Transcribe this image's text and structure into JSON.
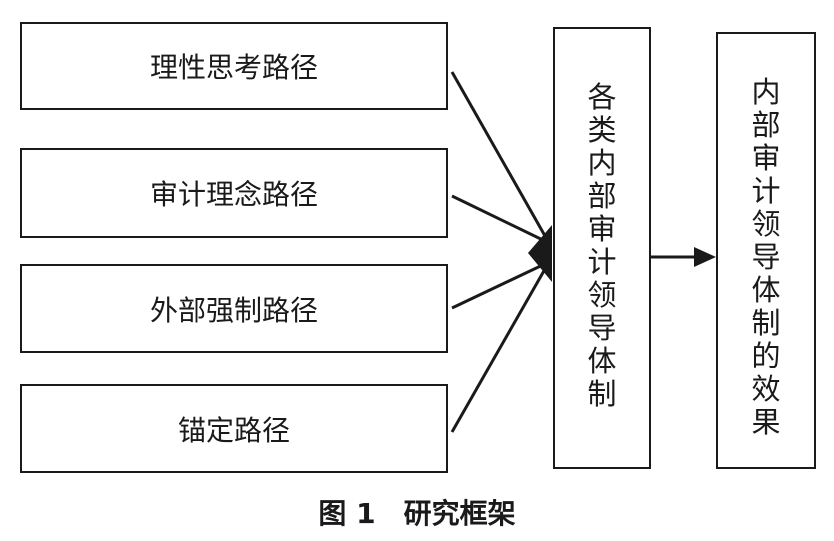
{
  "paths": [
    {
      "label": "理性思考路径"
    },
    {
      "label": "审计理念路径"
    },
    {
      "label": "外部强制路径"
    },
    {
      "label": "锚定路径"
    }
  ],
  "middle_box": {
    "label": "各类内部审计领导体制"
  },
  "right_box": {
    "label": "内部审计领导体制的效果"
  },
  "caption": "图 1　研究框架"
}
